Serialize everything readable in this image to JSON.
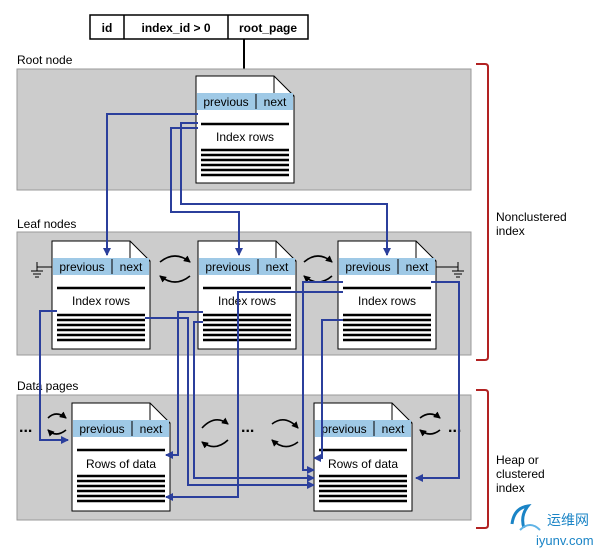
{
  "header_table": {
    "col1": "id",
    "col2": "index_id > 0",
    "col3": "root_page"
  },
  "labels": {
    "root_node": "Root node",
    "leaf_nodes": "Leaf nodes",
    "data_pages": "Data pages"
  },
  "page": {
    "previous": "previous",
    "next": "next",
    "index_rows": "Index rows",
    "rows_of_data": "Rows of data"
  },
  "braces": {
    "nonclustered_line1": "Nonclustered",
    "nonclustered_line2": "index",
    "heap_line1": "Heap or",
    "heap_line2": "clustered",
    "heap_line3": "index"
  },
  "ellipsis": "...",
  "watermark": {
    "text_cn": "运维网",
    "text_url": "iyunv.com"
  },
  "colors": {
    "band_fill": "#cccccc",
    "band_stroke": "#9a9a9a",
    "page_header": "#9fc9e6",
    "arrow": "#2b3f9c",
    "brace": "#b22222",
    "watermark_blue": "#1a84c6"
  }
}
